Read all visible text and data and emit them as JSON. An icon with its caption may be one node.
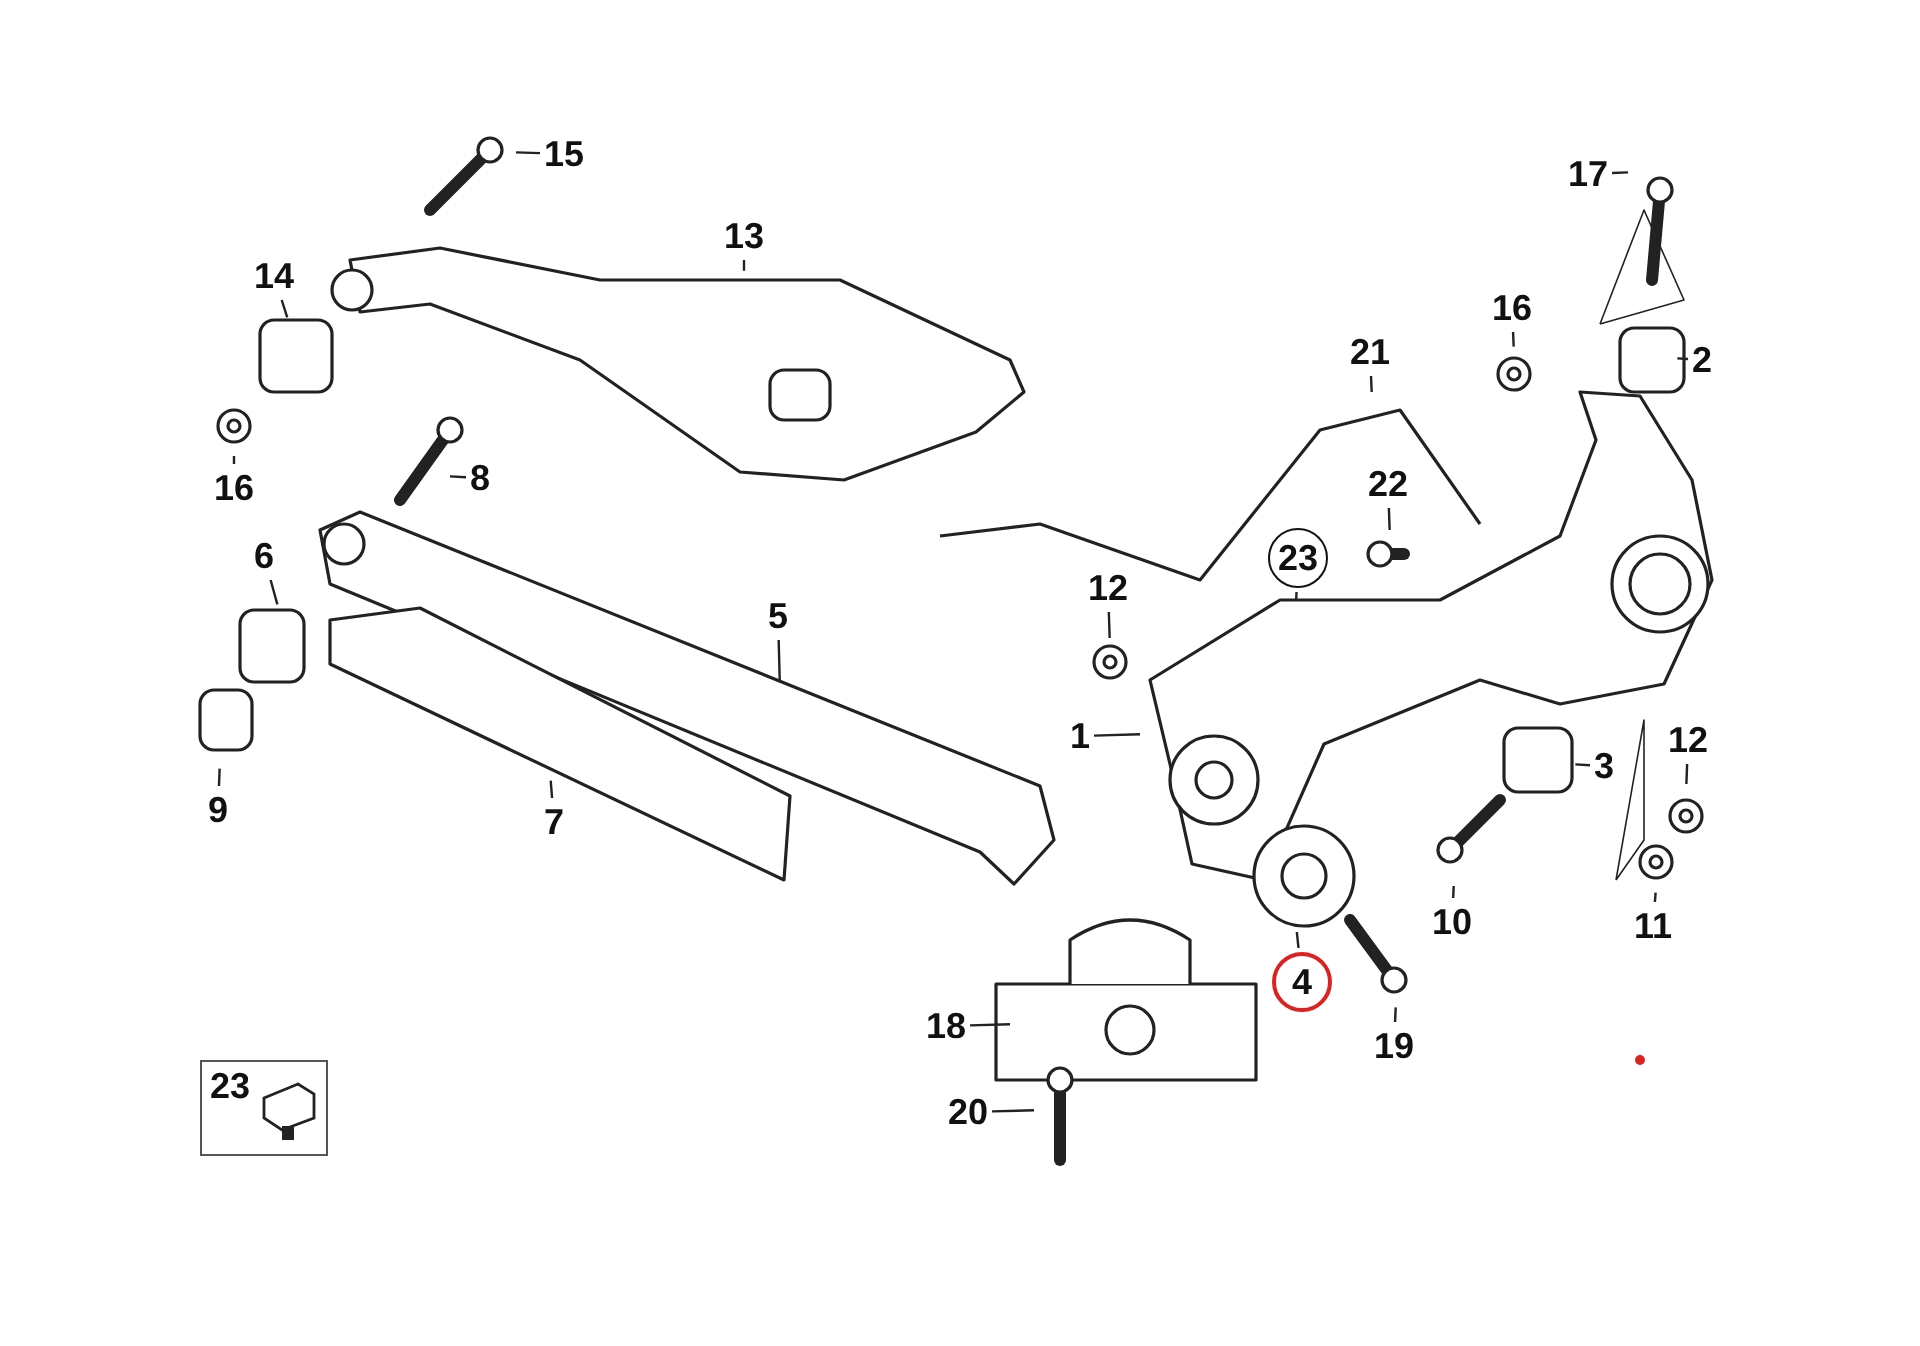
{
  "diagram": {
    "nodes": [
      {
        "text": [
          "15"
        ]
      },
      {
        "text": [
          "17"
        ]
      },
      {
        "text": [
          "13"
        ]
      },
      {
        "text": [
          "14"
        ]
      },
      {
        "text": [
          "16"
        ]
      },
      {
        "text": [
          "2"
        ]
      },
      {
        "text": [
          "21"
        ]
      },
      {
        "text": [
          "16"
        ]
      },
      {
        "text": [
          "8"
        ]
      },
      {
        "text": [
          "22"
        ]
      },
      {
        "text": [
          "23"
        ]
      },
      {
        "text": [
          "6"
        ]
      },
      {
        "text": [
          "12"
        ]
      },
      {
        "text": [
          "5"
        ]
      },
      {
        "text": [
          "1"
        ]
      },
      {
        "text": [
          "3"
        ]
      },
      {
        "text": [
          "12"
        ]
      },
      {
        "text": [
          "9"
        ]
      },
      {
        "text": [
          "7"
        ]
      },
      {
        "text": [
          "10"
        ]
      },
      {
        "text": [
          "11"
        ]
      },
      {
        "text": [
          "4"
        ]
      },
      {
        "text": [
          "19"
        ]
      },
      {
        "text": [
          "18"
        ]
      },
      {
        "text": [
          "20"
        ]
      },
      {
        "text": [
          "23"
        ]
      }
    ],
    "edges": [
      {
        "from": 0,
        "to": null,
        "arrow": "none"
      },
      {
        "from": 1,
        "to": null,
        "arrow": "none"
      },
      {
        "from": 2,
        "to": null,
        "arrow": "none"
      },
      {
        "from": 3,
        "to": null,
        "arrow": "none"
      },
      {
        "from": 4,
        "to": null,
        "arrow": "none"
      },
      {
        "from": 5,
        "to": null,
        "arrow": "none"
      },
      {
        "from": 6,
        "to": null,
        "arrow": "none"
      },
      {
        "from": 7,
        "to": null,
        "arrow": "none"
      },
      {
        "from": 8,
        "to": null,
        "arrow": "none"
      },
      {
        "from": 9,
        "to": null,
        "arrow": "none"
      },
      {
        "from": 10,
        "to": null,
        "arrow": "none"
      },
      {
        "from": 11,
        "to": null,
        "arrow": "none"
      },
      {
        "from": 12,
        "to": null,
        "arrow": "none"
      },
      {
        "from": 13,
        "to": null,
        "arrow": "none"
      },
      {
        "from": 14,
        "to": null,
        "arrow": "none"
      },
      {
        "from": 15,
        "to": null,
        "arrow": "none"
      },
      {
        "from": 16,
        "to": null,
        "arrow": "none"
      },
      {
        "from": 17,
        "to": null,
        "arrow": "none"
      },
      {
        "from": 18,
        "to": null,
        "arrow": "none"
      },
      {
        "from": 19,
        "to": null,
        "arrow": "none"
      },
      {
        "from": 20,
        "to": null,
        "arrow": "none"
      },
      {
        "from": 21,
        "to": null,
        "arrow": "none"
      },
      {
        "from": 22,
        "to": null,
        "arrow": "none"
      },
      {
        "from": 23,
        "to": null,
        "arrow": "none"
      },
      {
        "from": 24,
        "to": null,
        "arrow": "none"
      }
    ]
  }
}
